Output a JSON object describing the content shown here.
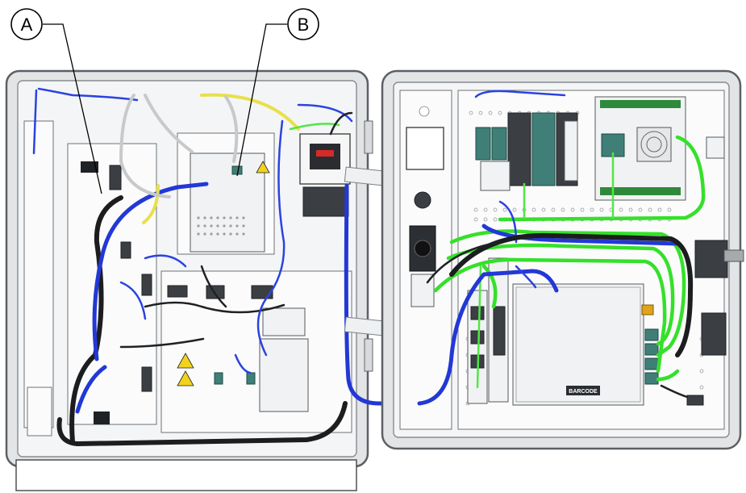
{
  "callouts": [
    {
      "id": "A",
      "label": "A"
    },
    {
      "id": "B",
      "label": "B"
    }
  ],
  "labels": {
    "barcode": "BARCODE"
  },
  "colors": {
    "wire_blue": "#2238d6",
    "wire_green": "#35e02a",
    "wire_black": "#1c1d1f",
    "wire_yellow": "#e8e04a",
    "frame_grey": "#e2e4e6"
  },
  "icons": [
    "warning-triangle-icon",
    "fan-grille-icon",
    "key-switch-icon"
  ]
}
